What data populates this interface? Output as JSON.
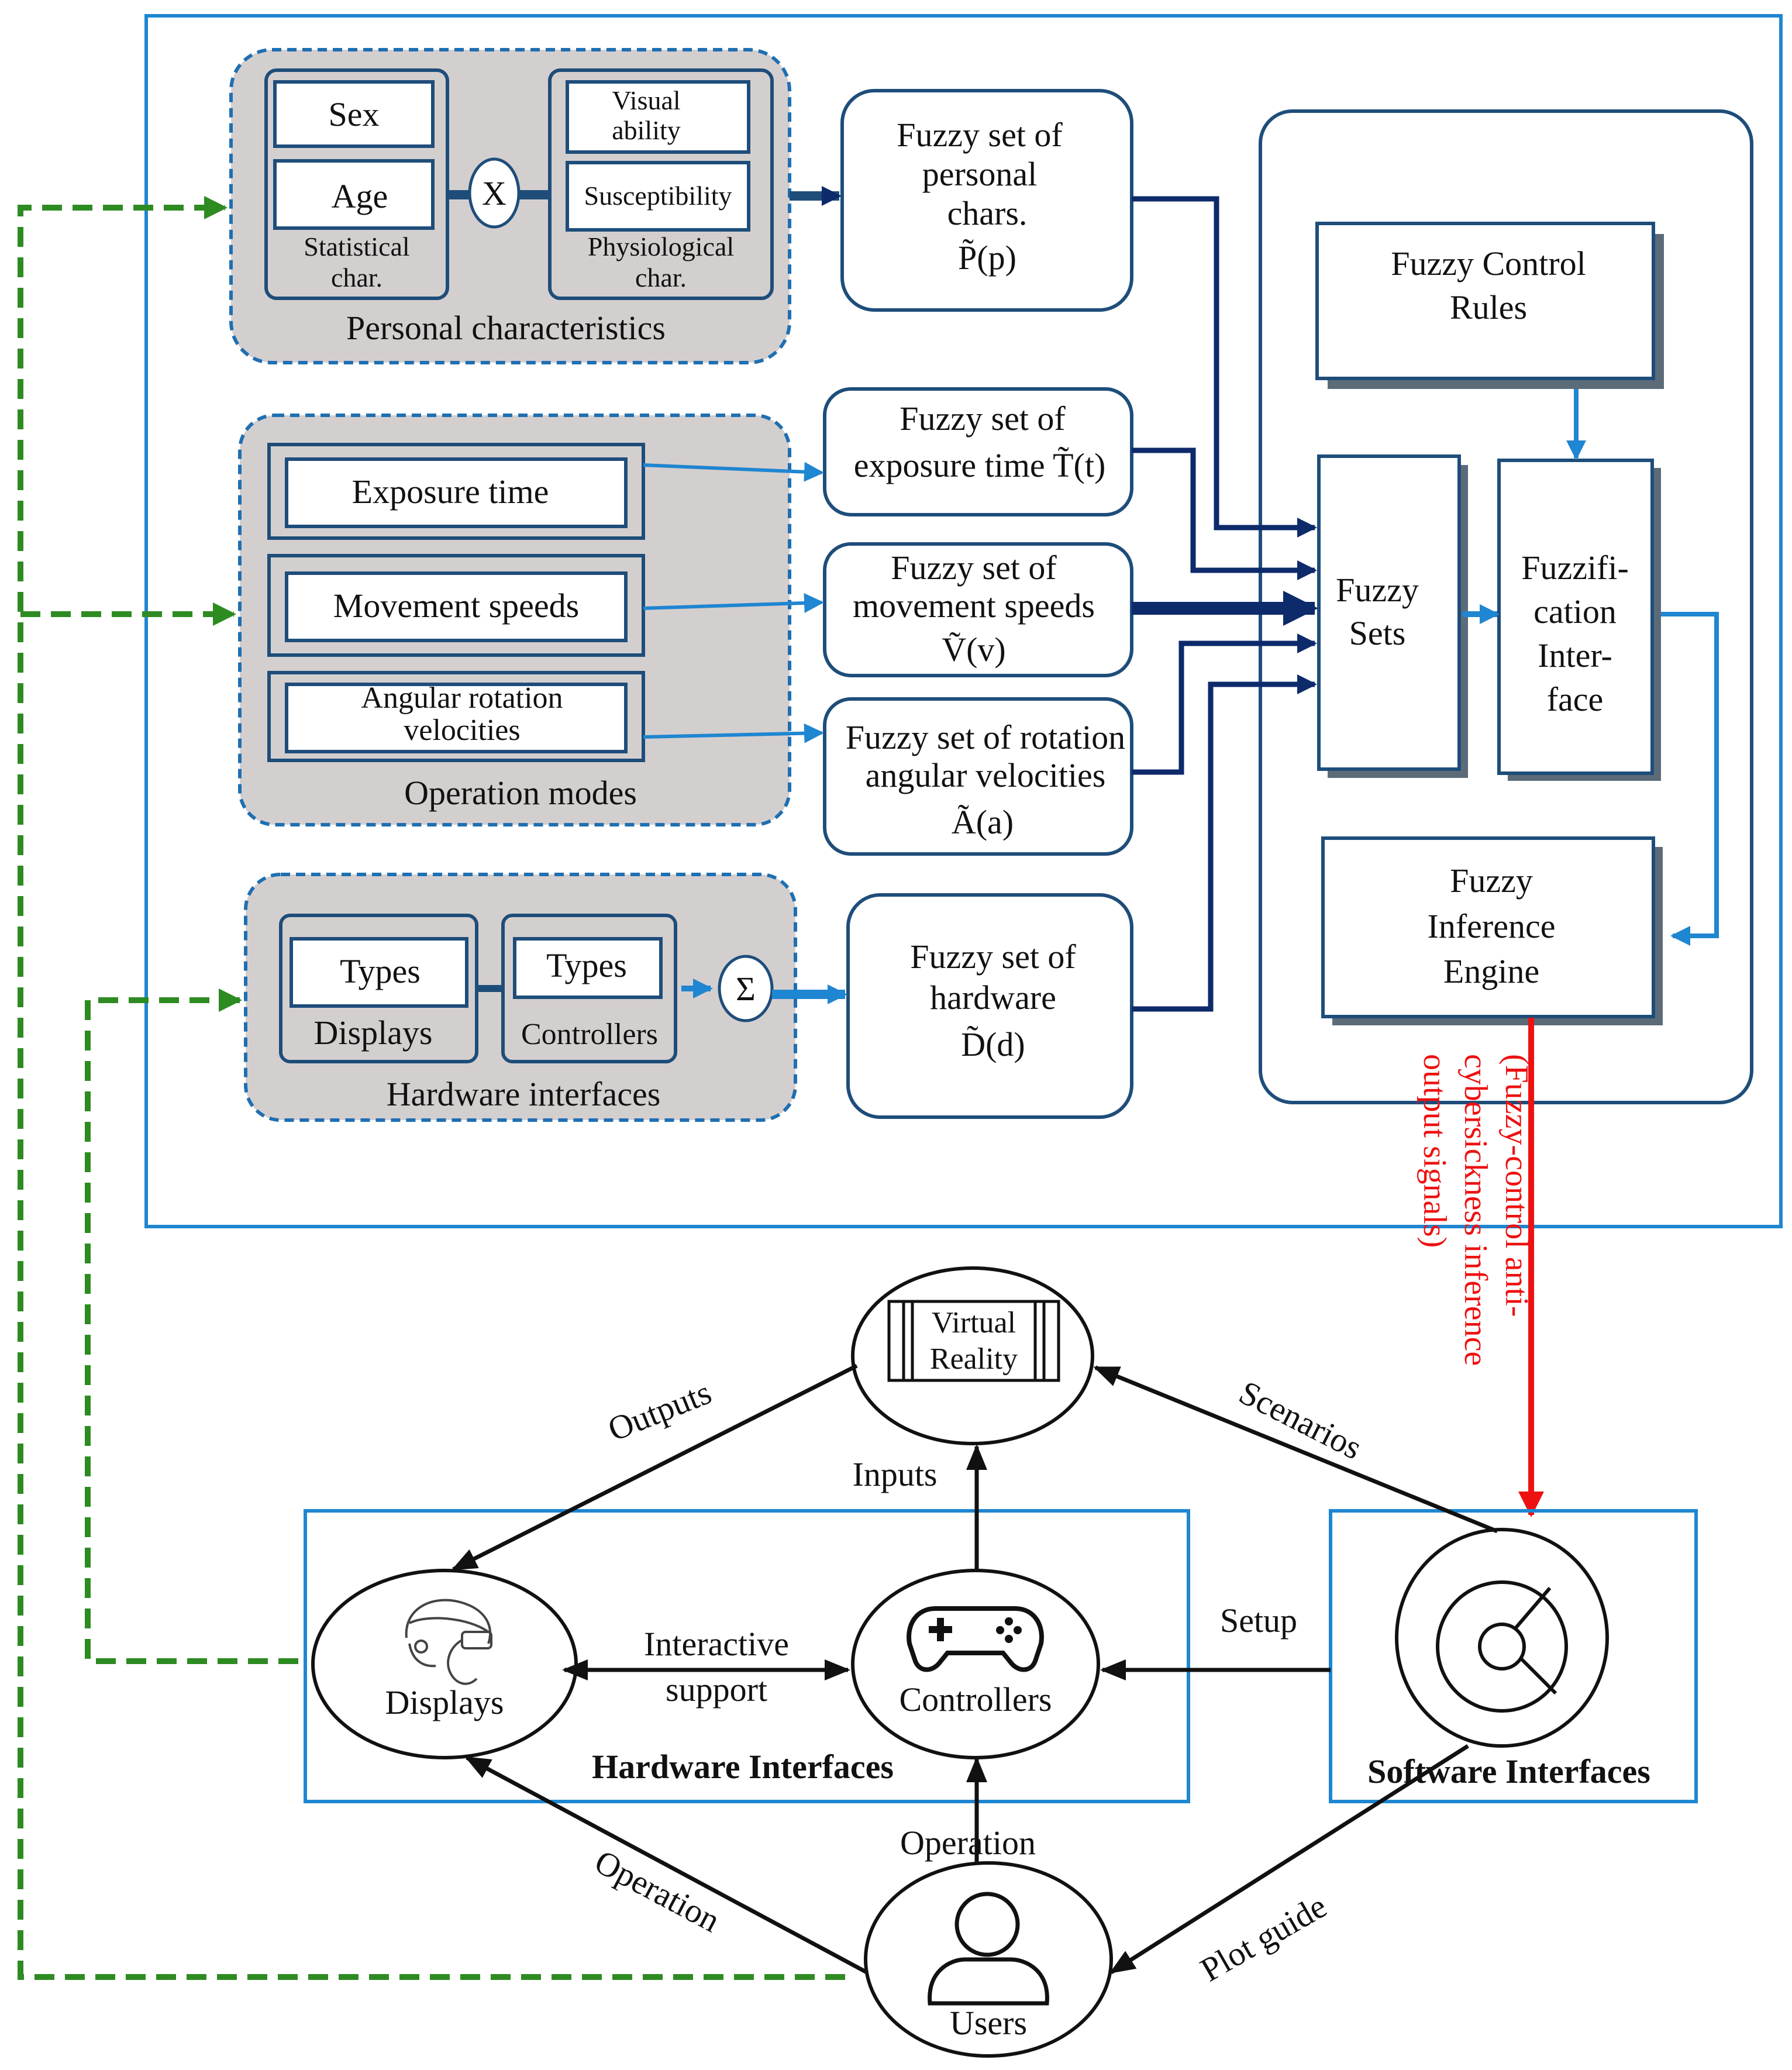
{
  "top": {
    "personal": {
      "group_label": "Personal characteristics",
      "sex": "Sex",
      "age": "Age",
      "statistical": [
        "Statistical",
        "char."
      ],
      "visual": [
        "Visual",
        "ability"
      ],
      "susceptibility": "Susceptibility",
      "physiological": [
        "Physiological",
        "char."
      ],
      "cross_symbol": "X"
    },
    "operation": {
      "group_label": "Operation modes",
      "exposure": "Exposure time",
      "movement": "Movement speeds",
      "angular": [
        "Angular rotation",
        "velocities"
      ]
    },
    "hardware": {
      "group_label": "Hardware interfaces",
      "types_displays": [
        "Types",
        "Displays"
      ],
      "types_controllers": [
        "Types",
        "Controllers"
      ],
      "sum_symbol": "Σ"
    },
    "fuzzy_sets": {
      "personal": [
        "Fuzzy set of",
        "personal",
        "chars.",
        "P̃(p)"
      ],
      "exposure": [
        "Fuzzy set of",
        "exposure time  T̃(t)"
      ],
      "movement": [
        "Fuzzy set of",
        "movement speeds",
        "Ṽ(v)"
      ],
      "rotation": [
        "Fuzzy set of rotation",
        "angular velocities",
        "Ã(a)"
      ],
      "hardware": [
        "Fuzzy set of",
        "hardware",
        "D̃(d)"
      ]
    },
    "engine": {
      "rules": [
        "Fuzzy Control",
        "Rules"
      ],
      "sets": [
        "Fuzzy",
        "Sets"
      ],
      "fuzzification": [
        "Fuzzifi-",
        "cation",
        "Inter-",
        "face"
      ],
      "inference": [
        "Fuzzy",
        "Inference",
        "Engine"
      ]
    },
    "output_signal": [
      "(Fuzzy-control anti-",
      "cybersickness inference",
      "output signals)"
    ]
  },
  "bottom": {
    "vr": [
      "Virtual",
      "Reality"
    ],
    "hardware_title": "Hardware Interfaces",
    "software_title": "Software Interfaces",
    "displays": "Displays",
    "controllers": "Controllers",
    "users": "Users",
    "interactive": [
      "Interactive",
      "support"
    ],
    "outputs": "Outputs",
    "inputs": "Inputs",
    "scenarios": "Scenarios",
    "setup": "Setup",
    "operation_left": "Operation",
    "operation_mid": "Operation",
    "plot_guide": "Plot guide"
  },
  "colors": {
    "frame_blue": "#1f86d1",
    "dark_navy": "#0d2a6b",
    "box_border": "#1e4d7a",
    "group_fill": "#d4cfcf",
    "group_dash": "#1f6fb2",
    "feedback_green": "#2e8b22",
    "signal_red": "#ee1111"
  },
  "icons": [
    "headset-icon",
    "gamepad-icon",
    "user-icon",
    "software-dial-icon",
    "vr-frame-icon"
  ]
}
